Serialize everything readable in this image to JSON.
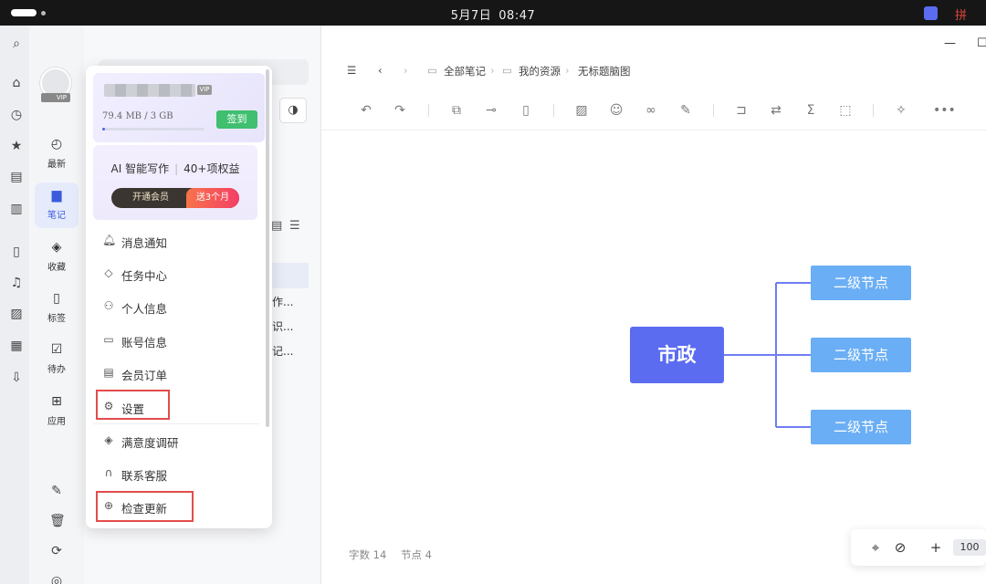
{
  "statusbar": {
    "date": "5月7日",
    "time": "08:47",
    "ime": "拼"
  },
  "nav": {
    "vip_badge": "VIP",
    "items": [
      {
        "label": "最新",
        "icon": "clock-icon"
      },
      {
        "label": "笔记",
        "icon": "note-icon"
      },
      {
        "label": "收藏",
        "icon": "bookmark-icon"
      },
      {
        "label": "标签",
        "icon": "tag-icon"
      },
      {
        "label": "待办",
        "icon": "checkbox-icon"
      },
      {
        "label": "应用",
        "icon": "grid-icon"
      }
    ]
  },
  "list": {
    "tails": [
      "作...",
      "识...",
      "记..."
    ]
  },
  "profile_menu": {
    "vip_badge": "VIP",
    "storage": "79.4 MB / 3 GB",
    "storage_used_fraction": 0.026,
    "checkin_label": "签到",
    "promo_left": "AI 智能写作",
    "promo_sep": "|",
    "promo_right": "40+项权益",
    "promo_button": "开通会员",
    "promo_gift": "送3个月",
    "items": [
      {
        "label": "消息通知",
        "icon": "bell-icon"
      },
      {
        "label": "任务中心",
        "icon": "diamond-icon"
      },
      {
        "label": "个人信息",
        "icon": "user-icon"
      },
      {
        "label": "账号信息",
        "icon": "laptop-icon"
      },
      {
        "label": "会员订单",
        "icon": "clipboard-icon"
      },
      {
        "label": "设置",
        "icon": "gear-icon"
      },
      {
        "label": "满意度调研",
        "icon": "layers-icon"
      },
      {
        "label": "联系客服",
        "icon": "headset-icon"
      },
      {
        "label": "检查更新",
        "icon": "upload-circle-icon"
      }
    ],
    "highlight_color": "#e24c4c"
  },
  "editor": {
    "breadcrumb": [
      "全部笔记",
      "我的资源",
      "无标题脑图"
    ],
    "mindmap": {
      "root": "市政",
      "children": [
        "二级节点",
        "二级节点",
        "二级节点"
      ],
      "root_color": "#5b6cf0",
      "child_color": "#6aaef5"
    },
    "stats": {
      "word_count_label": "字数 14",
      "node_count_label": "节点 4"
    },
    "zoom": "100"
  }
}
